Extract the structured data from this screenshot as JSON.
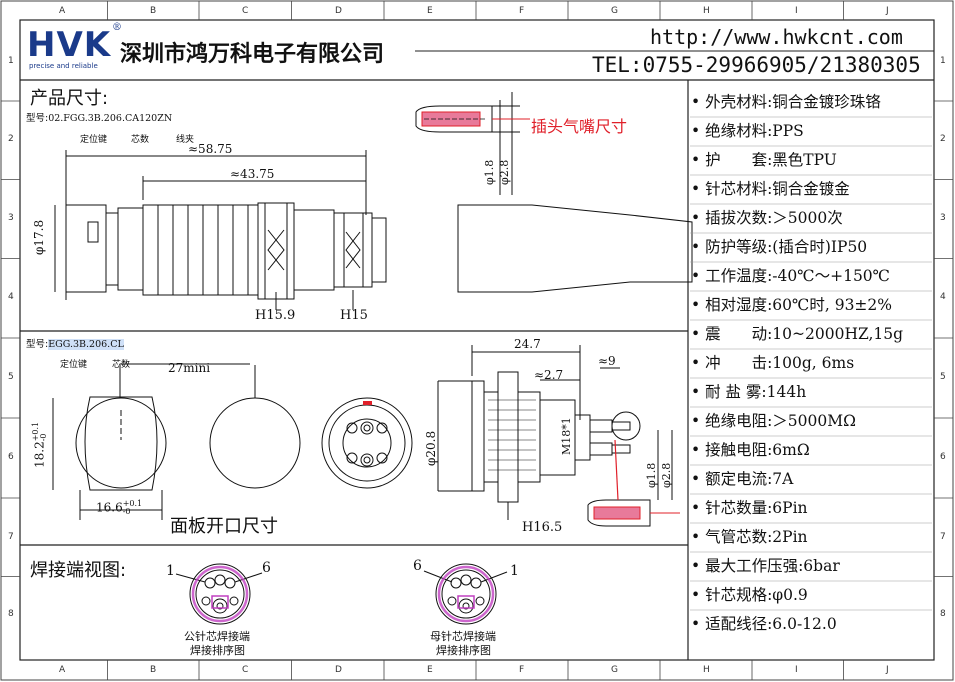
{
  "brand": {
    "logo": "HVK",
    "registered": "®",
    "tagline": "precise and reliable",
    "company": "深圳市鸿万科电子有限公司",
    "url": "http://www.hwkcnt.com",
    "tel": "TEL:0755-29966905/21380305"
  },
  "frame": {
    "cols": [
      "A",
      "B",
      "C",
      "D",
      "E",
      "F",
      "G",
      "H",
      "I",
      "J"
    ],
    "rows": [
      "1",
      "2",
      "3",
      "4",
      "5",
      "6",
      "7",
      "8"
    ]
  },
  "section1": {
    "title": "产品尺寸:",
    "model_prefix": "型号:",
    "model_code": "02.FGG.3B.206.CA120ZN",
    "label_key": "定位键",
    "label_cores": "芯数",
    "label_clamp": "线夹",
    "dim_overall": "≈58.75",
    "dim_body": "≈43.75",
    "dim_dia": "φ17.8",
    "dim_h1": "H15.9",
    "dim_h2": "H15",
    "nozzle_title": "插头气嘴尺寸",
    "nozzle_d1": "φ1.8",
    "nozzle_d2": "φ2.8"
  },
  "section2": {
    "model_prefix": "型号:",
    "model_code": "EGG.3B.206.CL",
    "label_key": "定位键",
    "label_cores": "芯数",
    "dim_min": "27mini",
    "dim_h": "18.2",
    "dim_h_tol_up": "+0.1",
    "dim_h_tol_dn": "-0",
    "dim_w": "16.6",
    "dim_w_tol_up": "+0.1",
    "dim_w_tol_dn": "-0",
    "panel_title": "面板开口尺寸",
    "dim_len": "24.7",
    "dim_27": "≈2.7",
    "dim_9": "≈9",
    "dim_dia": "φ20.8",
    "dim_thread": "M18*1",
    "dim_hex": "H16.5",
    "nozzle_d1": "φ1.8",
    "nozzle_d2": "φ2.8"
  },
  "section3": {
    "title": "焊接端视图:",
    "male_pin_first": "1",
    "male_pin_last": "6",
    "female_pin_first": "6",
    "female_pin_last": "1",
    "male_caption_1": "公针芯焊接端",
    "male_caption_2": "焊接排序图",
    "female_caption_1": "母针芯焊接端",
    "female_caption_2": "焊接排序图"
  },
  "specs": [
    "外壳材料:铜合金镀珍珠铬",
    "绝缘材料:PPS",
    "护　　套:黑色TPU",
    "针芯材料:铜合金镀金",
    "插拔次数:＞5000次",
    "防护等级:(插合时)IP50",
    "工作温度:-40℃～+150℃",
    "相对湿度:60℃时, 93±2%",
    "震　　动:10~2000HZ,15g",
    "冲　　击:100g, 6ms",
    "耐 盐 雾:144h",
    "绝缘电阻:＞5000MΩ",
    "接触电阻:6mΩ",
    "额定电流:7A",
    "针芯数量:6Pin",
    "气管芯数:2Pin",
    "最大工作压强:6bar",
    "针芯规格:φ0.9",
    "适配线径:6.0-12.0"
  ],
  "colors": {
    "logo": "#1a3a8a",
    "accent_red": "#e0202a",
    "pink": "#e87a9a",
    "magenta": "#c040c0"
  }
}
